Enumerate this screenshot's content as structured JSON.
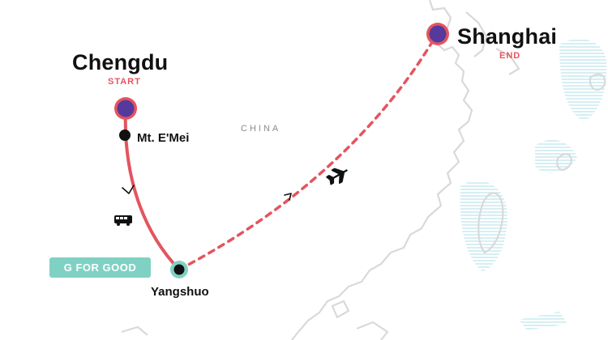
{
  "map": {
    "country_label": "CHINA",
    "colors": {
      "route": "#e4545f",
      "start_end_fill": "#56399c",
      "stop_marker": "#111111",
      "g_for_good": "#7fd1c3",
      "coastline": "#d9d9d9",
      "water_hatch": "#bfe6ec"
    },
    "cities": [
      {
        "name": "Chengdu",
        "role": "START",
        "marker": "start-end"
      },
      {
        "name": "Mt. E'Mei",
        "marker": "stop"
      },
      {
        "name": "Yangshuo",
        "marker": "g-for-good-stop"
      },
      {
        "name": "Shanghai",
        "role": "END",
        "marker": "start-end"
      }
    ],
    "legs": [
      {
        "from": "Chengdu",
        "to": "Yangshuo",
        "mode": "bus",
        "icon": "bus-icon",
        "line": "solid"
      },
      {
        "from": "Yangshuo",
        "to": "Shanghai",
        "mode": "flight",
        "icon": "plane-icon",
        "line": "dashed"
      }
    ],
    "badge": {
      "text": "G FOR GOOD"
    }
  }
}
